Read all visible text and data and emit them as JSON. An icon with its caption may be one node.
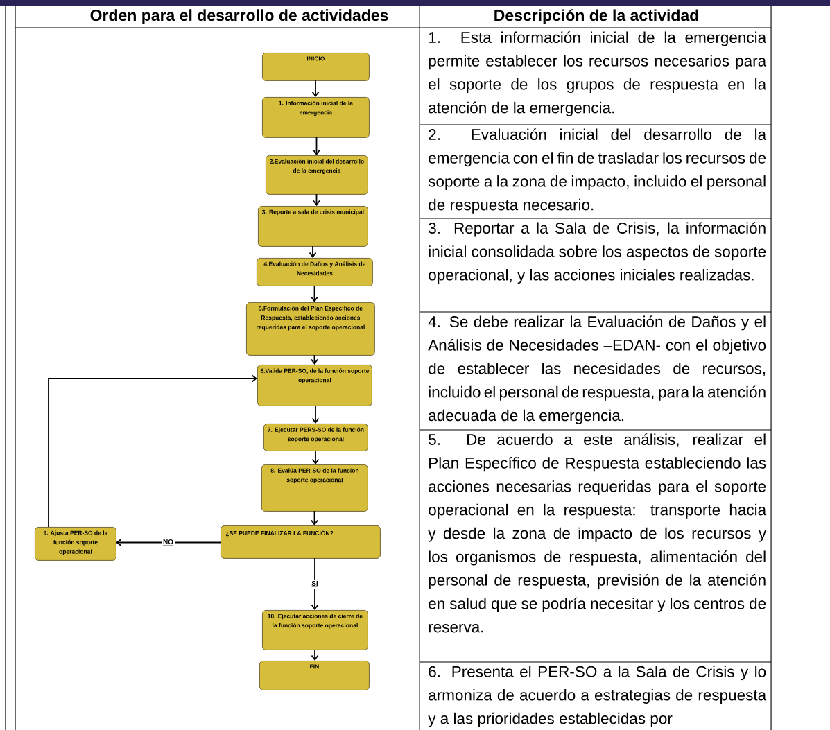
{
  "diagram": {
    "nodes": [
      {
        "text": [
          "INICIO"
        ]
      },
      {
        "text": [
          "1. Información inicial de la emergencia"
        ]
      },
      {
        "text": [
          "2.Evaluación inicial del desarrollo de la emergencia"
        ]
      },
      {
        "text": [
          "3. Reporte a sala de crisis municipal"
        ]
      },
      {
        "text": [
          "4.Evaluación de Daños y Análisis de Necesidades"
        ]
      },
      {
        "text": [
          "5.Formulación del Plan Especifico de Respuesta, estableciendo acciones requeridas para el soporte operacional"
        ]
      },
      {
        "text": [
          "6.Valida PER-SO, de la función soporte operacional"
        ]
      },
      {
        "text": [
          "7. Ejecutar  PERS-SO de la función soporte operacional"
        ]
      },
      {
        "text": [
          "8. Evalúa PER-SO de la función soporte operacional"
        ]
      },
      {
        "text": [
          "9. Ajusta PER-SO de la función soporte operacional"
        ]
      },
      {
        "text": [
          "¿SE PUEDE FINALIZAR LA FUNCIÓN?"
        ]
      },
      {
        "text": [
          "10. Ejecutar acciones de cierre de la función soporte operacional"
        ]
      },
      {
        "text": [
          "FIN"
        ]
      }
    ],
    "edges": [
      {
        "from": 0,
        "to": 1,
        "arrow": "to"
      },
      {
        "from": 1,
        "to": 2,
        "arrow": "to"
      },
      {
        "from": 2,
        "to": 3,
        "arrow": "to"
      },
      {
        "from": 3,
        "to": 4,
        "arrow": "to"
      },
      {
        "from": 4,
        "to": 5,
        "arrow": "to"
      },
      {
        "from": 5,
        "to": 6,
        "arrow": "to"
      },
      {
        "from": 6,
        "to": 7,
        "arrow": "to"
      },
      {
        "from": 7,
        "to": 8,
        "arrow": "to"
      },
      {
        "from": 8,
        "to": 10,
        "arrow": "to"
      },
      {
        "from": 10,
        "to": 9,
        "arrow": "to",
        "label": "NO"
      },
      {
        "from": 9,
        "to": 6,
        "arrow": "to"
      },
      {
        "from": 10,
        "to": 11,
        "arrow": "to",
        "label": "SI"
      },
      {
        "from": 11,
        "to": 12,
        "arrow": "to"
      }
    ],
    "labels": [
      "Orden para el desarrollo de actividades",
      "Descripción de la actividad",
      "1. Esta información inicial de la emergencia permite establecer los recursos necesarios para el soporte de los grupos de respuesta en la atención de la emergencia.",
      "2. Evaluación inicial del desarrollo de la emergencia con el fin de trasladar los recursos de soporte a la zona de impacto, incluido el personal de respuesta necesario.",
      "3. Reportar a la Sala de Crisis, la información inicial consolidada sobre los aspectos de soporte operacional, y las acciones iniciales realizadas.",
      "4. Se debe realizar la Evaluación de Daños y el Análisis de Necesidades –EDAN- con el objetivo de establecer las necesidades de recursos, incluido el personal de respuesta, para la atención adecuada de la emergencia.",
      "5. De acuerdo a este análisis, realizar el Plan Específico de Respuesta estableciendo las acciones necesarias requeridas para el soporte operacional en la respuesta: transporte hacia y desde la zona de impacto de los recursos y los organismos de respuesta, alimentación del personal de respuesta, previsión de la atención en salud que se podría necesitar y los centros de reserva.",
      "6. Presenta el PER-SO a la Sala de Crisis y lo armoniza de acuerdo a estrategias de respuesta y a las prioridades establecidas por"
    ]
  }
}
